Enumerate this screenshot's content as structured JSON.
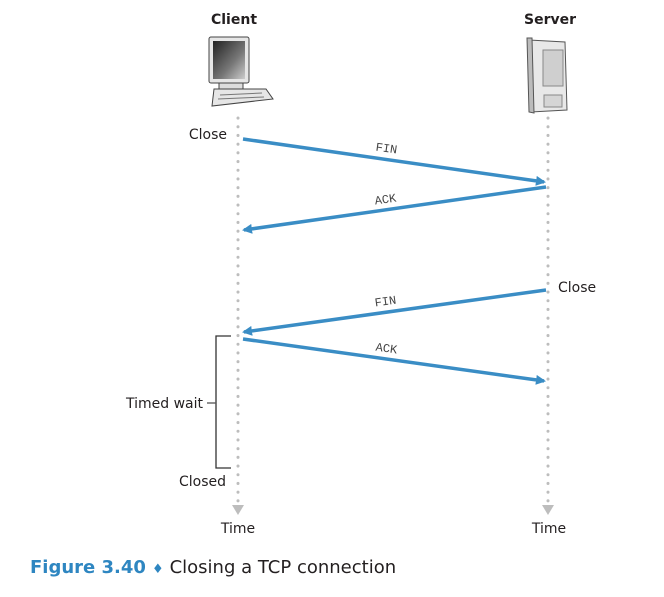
{
  "hosts": {
    "client": "Client",
    "server": "Server"
  },
  "events": {
    "client_close": "Close",
    "server_close": "Close",
    "timed_wait": "Timed wait",
    "closed": "Closed"
  },
  "messages": [
    {
      "label": "FIN",
      "direction": "client-to-server"
    },
    {
      "label": "ACK",
      "direction": "server-to-client"
    },
    {
      "label": "FIN",
      "direction": "server-to-client"
    },
    {
      "label": "ACK",
      "direction": "client-to-server"
    }
  ],
  "time_labels": {
    "client": "Time",
    "server": "Time"
  },
  "caption": {
    "number": "Figure 3.40",
    "separator": "♦",
    "text": "Closing a TCP connection"
  },
  "colors": {
    "arrow": "#3a8dc5",
    "timeline": "#b8b8b8",
    "caption_accent": "#2e86c1"
  }
}
